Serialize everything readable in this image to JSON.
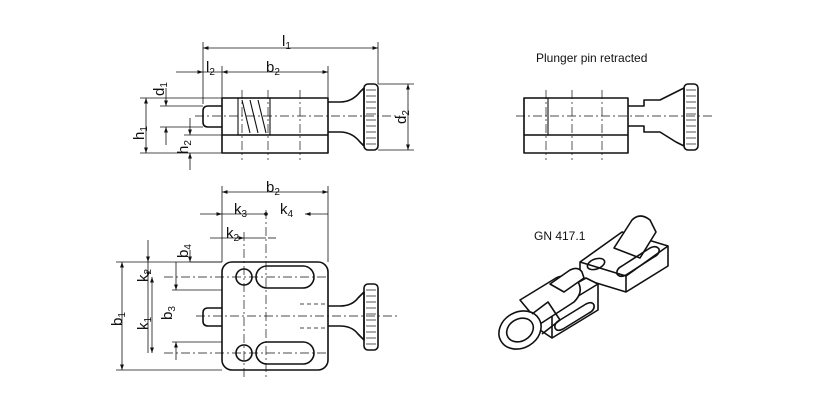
{
  "side_view": {
    "l1": {
      "base": "l",
      "sub": "1"
    },
    "l2": {
      "base": "l",
      "sub": "2"
    },
    "b2": {
      "base": "b",
      "sub": "2"
    },
    "d1": {
      "base": "d",
      "sub": "1"
    },
    "h1": {
      "base": "h",
      "sub": "1"
    },
    "h2": {
      "base": "h",
      "sub": "2"
    },
    "d2": {
      "base": "d",
      "sub": "2"
    }
  },
  "retracted_view": {
    "caption": "Plunger pin retracted"
  },
  "top_view": {
    "b2": {
      "base": "b",
      "sub": "2"
    },
    "k3": {
      "base": "k",
      "sub": "3"
    },
    "k4": {
      "base": "k",
      "sub": "4"
    },
    "k2_h": {
      "base": "k",
      "sub": "2"
    },
    "b4": {
      "base": "b",
      "sub": "4"
    },
    "k2_v": {
      "base": "k",
      "sub": "2"
    },
    "b1": {
      "base": "b",
      "sub": "1"
    },
    "k1": {
      "base": "k",
      "sub": "1"
    },
    "b3": {
      "base": "b",
      "sub": "3"
    }
  },
  "isometric_view": {
    "caption": "GN 417.1"
  },
  "colors": {
    "line": "#111111",
    "background": "#ffffff"
  }
}
